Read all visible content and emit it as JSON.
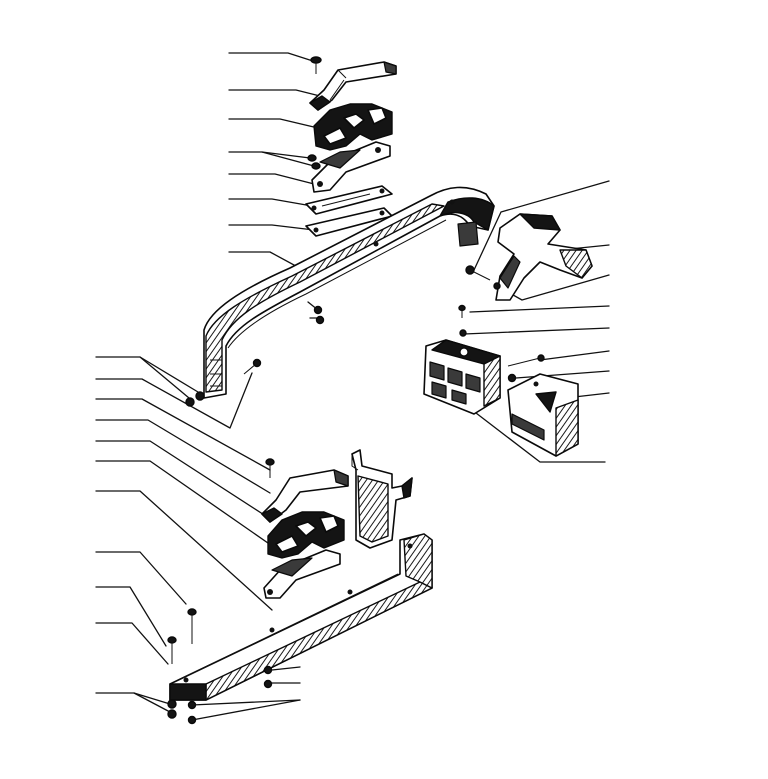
{
  "figure": {
    "kind": "exploded-parts-diagram",
    "text_labels": [],
    "parts": [
      {
        "id": "upper-bolt"
      },
      {
        "id": "upper-strap-clamp"
      },
      {
        "id": "upper-rubber-cushion"
      },
      {
        "id": "upper-washers"
      },
      {
        "id": "upper-saddle-bracket"
      },
      {
        "id": "upper-slotted-plate"
      },
      {
        "id": "upper-spacer-plate"
      },
      {
        "id": "upper-curved-frame-member"
      },
      {
        "id": "side-bracket-bolt"
      },
      {
        "id": "side-mount-bracket"
      },
      {
        "id": "side-pin"
      },
      {
        "id": "side-washer"
      },
      {
        "id": "mounting-block"
      },
      {
        "id": "side-stud"
      },
      {
        "id": "side-nut"
      },
      {
        "id": "wedge-block"
      },
      {
        "id": "lower-bolt"
      },
      {
        "id": "lower-strap-clamp"
      },
      {
        "id": "lower-rubber-cushion"
      },
      {
        "id": "lower-saddle-bracket"
      },
      {
        "id": "lower-l-frame-member"
      },
      {
        "id": "lower-vertical-bracket"
      },
      {
        "id": "lower-long-bolt"
      },
      {
        "id": "lower-short-bolt"
      },
      {
        "id": "lower-nuts-washers"
      }
    ]
  }
}
